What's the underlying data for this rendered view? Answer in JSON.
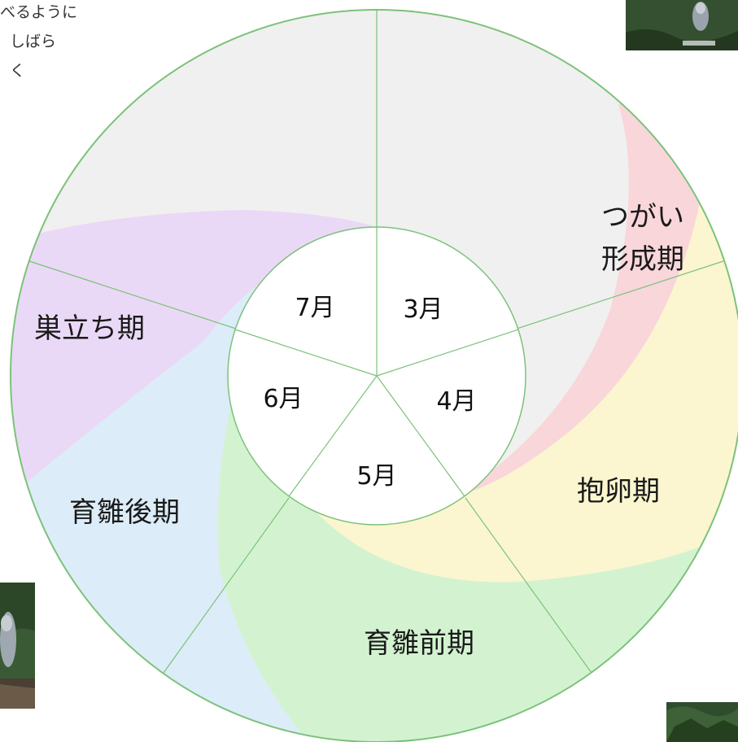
{
  "caption": {
    "lines": [
      "べるように",
      "しばら",
      "く"
    ]
  },
  "photos": {
    "top_right": "heron-photo",
    "bottom_left": "heron-photo",
    "bottom_right": "heron-photo"
  },
  "months": [
    "3月",
    "4月",
    "5月",
    "6月",
    "7月"
  ],
  "stages": {
    "pairing": {
      "line1": "つがい",
      "line2": "形成期",
      "color": "#f9d6da"
    },
    "incubation": {
      "label": "抱卵期",
      "color": "#fbf6cf"
    },
    "early_rearing": {
      "label": "育雛前期",
      "color": "#d3f3d0"
    },
    "late_rearing": {
      "label": "育雛後期",
      "color": "#dcecf8"
    },
    "fledging": {
      "label": "巣立ち期",
      "color": "#ead9f6"
    }
  },
  "colors": {
    "outer_ring": "#7cc27a",
    "background_wedge": "#f0f0f0"
  }
}
